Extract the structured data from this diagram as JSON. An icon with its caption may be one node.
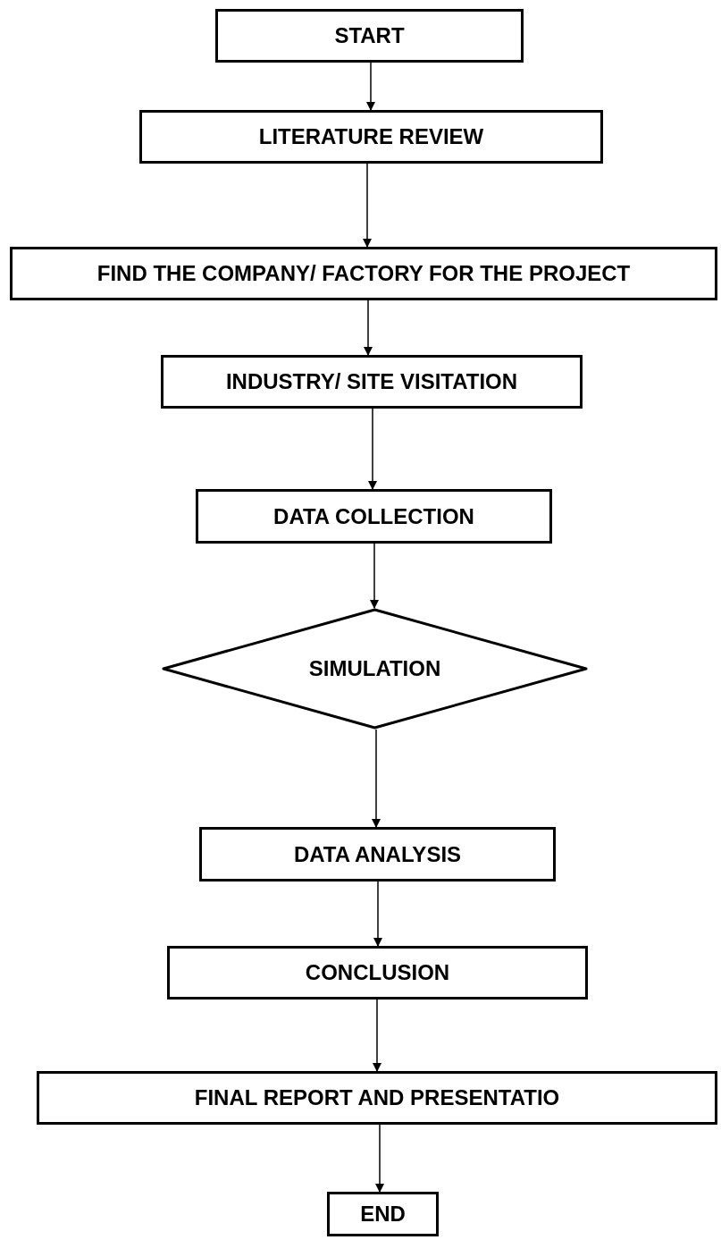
{
  "diagram": {
    "nodes": [
      {
        "text": [
          "START"
        ]
      },
      {
        "text": [
          "LITERATURE REVIEW"
        ]
      },
      {
        "text": [
          "FIND THE COMPANY/ FACTORY FOR THE PROJECT"
        ]
      },
      {
        "text": [
          "INDUSTRY/ SITE VISITATION"
        ]
      },
      {
        "text": [
          "DATA COLLECTION"
        ]
      },
      {
        "text": [
          "SIMULATION"
        ]
      },
      {
        "text": [
          "DATA ANALYSIS"
        ]
      },
      {
        "text": [
          "CONCLUSION"
        ]
      },
      {
        "text": [
          "FINAL REPORT AND PRESENTATIO"
        ]
      },
      {
        "text": [
          "END"
        ]
      }
    ],
    "edges": [
      {
        "from": 0,
        "to": 1,
        "arrow": "to"
      },
      {
        "from": 1,
        "to": 2,
        "arrow": "to"
      },
      {
        "from": 2,
        "to": 3,
        "arrow": "to"
      },
      {
        "from": 3,
        "to": 4,
        "arrow": "to"
      },
      {
        "from": 4,
        "to": 5,
        "arrow": "to"
      },
      {
        "from": 5,
        "to": 6,
        "arrow": "to"
      },
      {
        "from": 6,
        "to": 7,
        "arrow": "to"
      },
      {
        "from": 7,
        "to": 8,
        "arrow": "to"
      },
      {
        "from": 8,
        "to": 9,
        "arrow": "to"
      }
    ]
  }
}
